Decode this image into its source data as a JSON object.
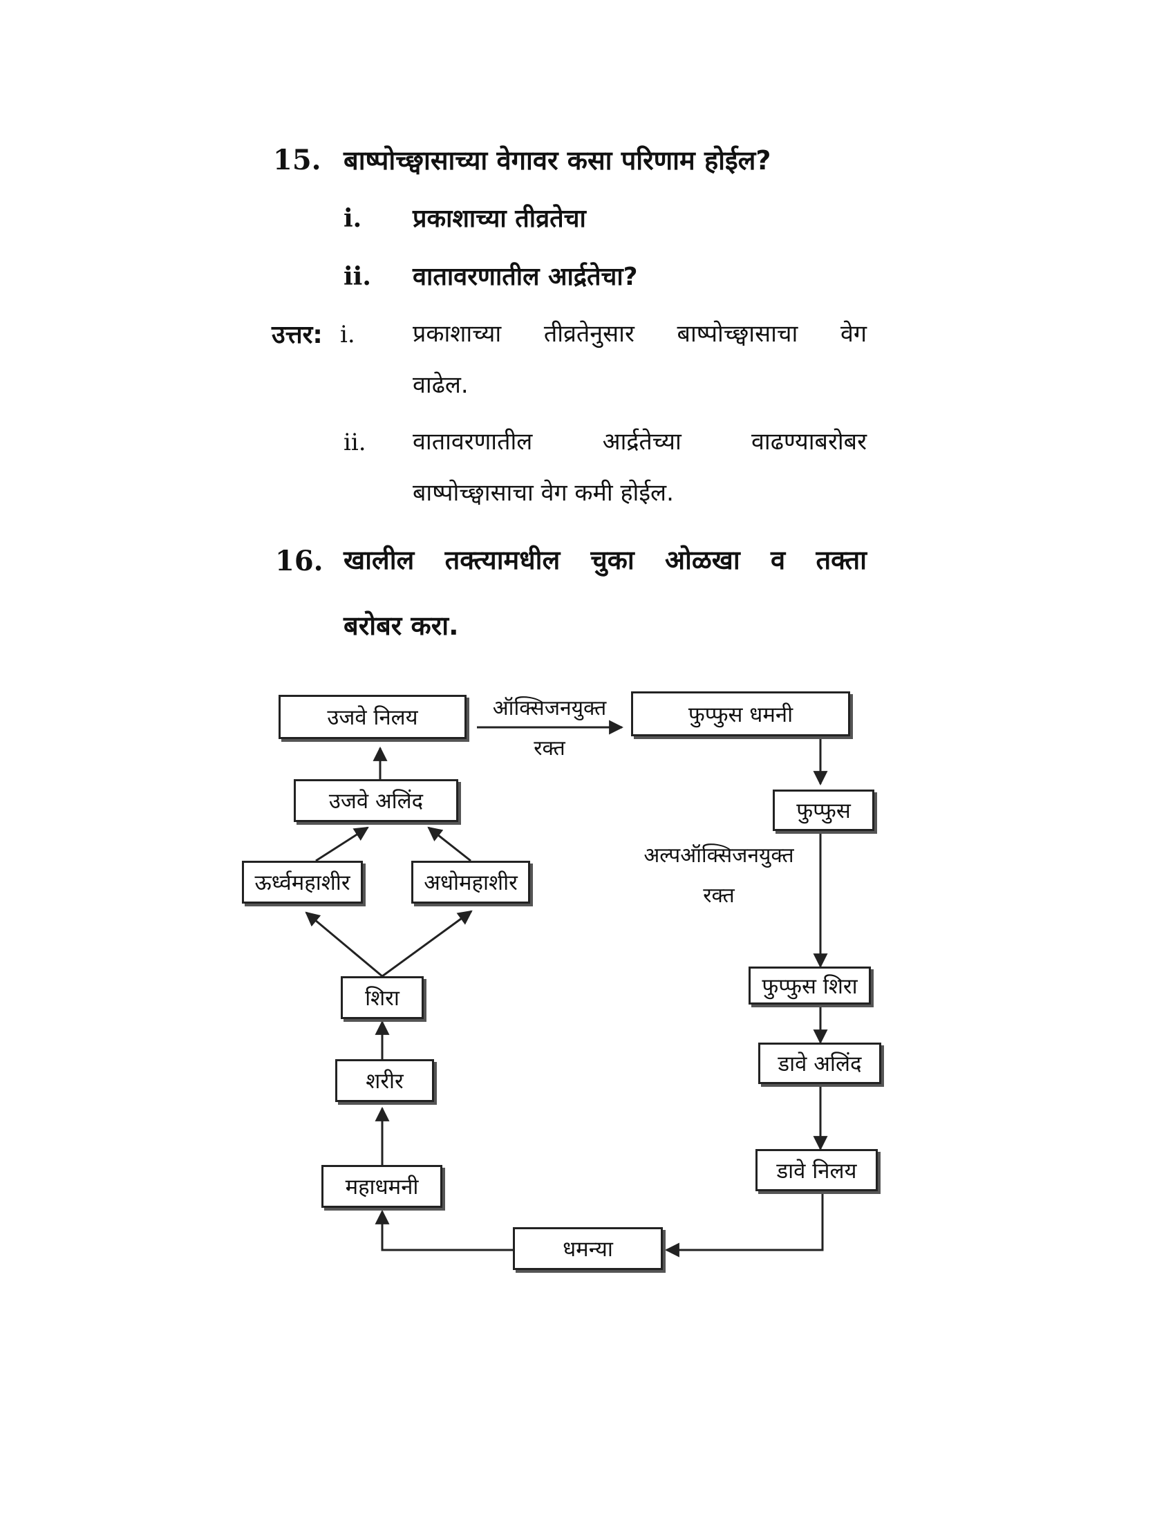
{
  "q15": {
    "number": "15.",
    "question": "बाष्पोच्छ्वासाच्या वेगावर कसा परिणाम होईल?",
    "parts": [
      {
        "num": "i.",
        "text": "प्रकाशाच्या तीव्रतेचा"
      },
      {
        "num": "ii.",
        "text": "वातावरणातील आर्द्रतेचा?"
      }
    ],
    "answer_label": "उत्तर:",
    "answers": [
      {
        "num": "i.",
        "line1": "प्रकाशाच्या तीव्रतेनुसार बाष्पोच्छ्वासाचा वेग",
        "line2": "वाढेल."
      },
      {
        "num": "ii.",
        "line1": "वातावरणातील आर्द्रतेच्या वाढण्याबरोबर",
        "line2": "बाष्पोच्छ्वासाचा वेग कमी होईल."
      }
    ]
  },
  "q16": {
    "number": "16.",
    "line1": "खालील तक्त्यामधील चुका ओळखा व तक्ता",
    "line2": "बरोबर करा."
  },
  "flowchart": {
    "boxes": {
      "right_ventricle": "उजवे निलय",
      "pulmonary_artery": "फुप्फुस धमनी",
      "right_atrium": "उजवे अलिंद",
      "lungs": "फुप्फुस",
      "superior_vena_cava": "ऊर्ध्वमहाशीर",
      "inferior_vena_cava": "अधोमहाशीर",
      "veins": "शिरा",
      "pulmonary_vein": "फुप्फुस शिरा",
      "body": "शरीर",
      "left_atrium": "डावे अलिंद",
      "aorta": "महाधमनी",
      "left_ventricle": "डावे निलय",
      "arteries": "धमन्या"
    },
    "labels": {
      "oxygenated_1": "ऑक्सिजनयुक्त",
      "oxygenated_2": "रक्त",
      "deoxygenated_1": "अल्पऑक्सिजनयुक्त",
      "deoxygenated_2": "रक्त"
    }
  }
}
